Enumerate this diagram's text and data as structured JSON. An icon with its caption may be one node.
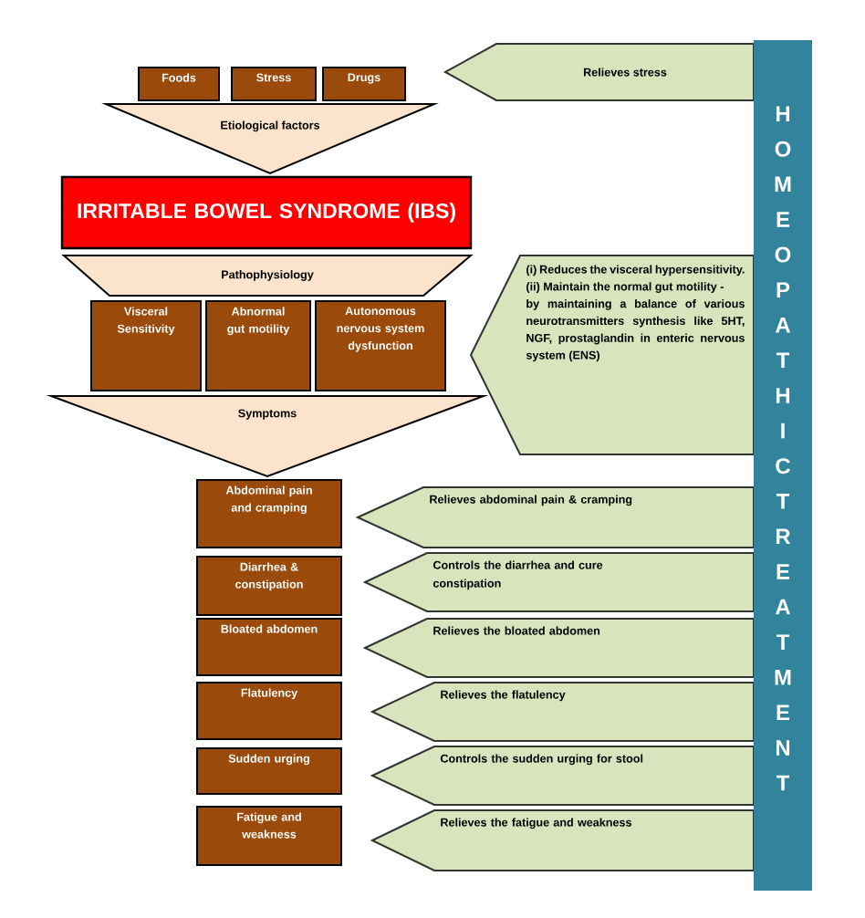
{
  "diagram": {
    "nodes": [
      {
        "text": [
          "Foods"
        ]
      },
      {
        "text": [
          "Stress"
        ]
      },
      {
        "text": [
          "Drugs"
        ]
      },
      {
        "text": [
          "Etiological factors"
        ]
      },
      {
        "text": [
          "IRRITABLE BOWEL SYNDROME (IBS)"
        ]
      },
      {
        "text": [
          "Pathophysiology"
        ]
      },
      {
        "text": [
          "Visceral Sensitivity"
        ]
      },
      {
        "text": [
          "Abnormal gut motility"
        ]
      },
      {
        "text": [
          "Autonomous nervous system dysfunction"
        ]
      },
      {
        "text": [
          "Symptoms"
        ]
      },
      {
        "text": [
          "Abdominal pain and cramping"
        ]
      },
      {
        "text": [
          "Diarrhea & constipation"
        ]
      },
      {
        "text": [
          "Bloated abdomen"
        ]
      },
      {
        "text": [
          "Flatulency"
        ]
      },
      {
        "text": [
          "Sudden urging"
        ]
      },
      {
        "text": [
          "Fatigue and weakness"
        ]
      },
      {
        "text": [
          "Relieves stress"
        ]
      },
      {
        "text": [
          "(i) Reduces the visceral hypersensitivity.",
          "(ii) Maintain the normal gut motility -",
          "by maintaining a balance of various neurotransmitters synthesis like 5HT, NGF, prostaglandin in enteric nervous system (ENS)"
        ]
      },
      {
        "text": [
          "Relieves abdominal pain & cramping"
        ]
      },
      {
        "text": [
          "Controls the diarrhea and cure constipation"
        ]
      },
      {
        "text": [
          "Relieves the bloated abdomen"
        ]
      },
      {
        "text": [
          "Relieves the flatulency"
        ]
      },
      {
        "text": [
          "Controls the sudden urging for stool"
        ]
      },
      {
        "text": [
          "Relieves the fatigue and weakness"
        ]
      },
      {
        "text": [
          "HOMEOPATHIC TREATMENT"
        ]
      }
    ]
  }
}
